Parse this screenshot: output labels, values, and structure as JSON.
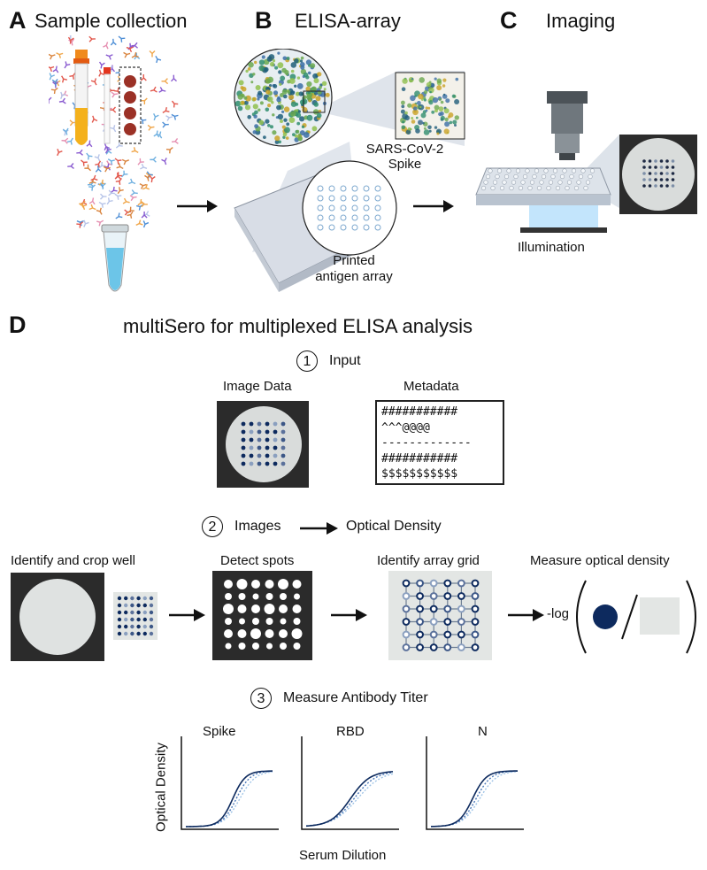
{
  "panels": {
    "a": {
      "letter": "A",
      "title": "Sample collection"
    },
    "b": {
      "letter": "B",
      "title": "ELISA-array",
      "spike_label_1": "SARS-CoV-2",
      "spike_label_2": "Spike",
      "array_label_1": "Printed",
      "array_label_2": "antigen array"
    },
    "c": {
      "letter": "C",
      "title": "Imaging",
      "illumination": "Illumination"
    },
    "d": {
      "letter": "D",
      "title": "multiSero for multiplexed ELISA analysis"
    }
  },
  "step1": {
    "number": "1",
    "title": "Input",
    "image_data": "Image Data",
    "metadata": "Metadata",
    "metadata_lines": [
      "###########",
      "^^^@@@@",
      "-------------",
      "###########",
      "$$$$$$$$$$$"
    ]
  },
  "step2": {
    "number": "2",
    "title_left": "Images",
    "title_right": "Optical Density",
    "labels": [
      "Identify and crop well",
      "Detect spots",
      "Identify array grid",
      "Measure optical density"
    ],
    "formula_prefix": "-log"
  },
  "step3": {
    "number": "3",
    "title": "Measure Antibody Titer",
    "ylabel": "Optical Density",
    "xlabel": "Serum Dilution",
    "plots": [
      "Spike",
      "RBD",
      "N"
    ]
  },
  "colors": {
    "navy": "#0d2a5e",
    "light_gray": "#e3e6e4",
    "dark_gray": "#2b2b2b"
  }
}
